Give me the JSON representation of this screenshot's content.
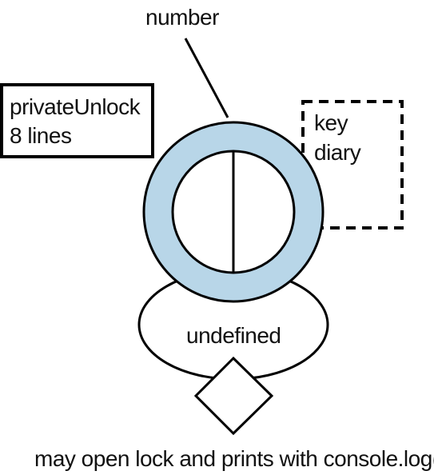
{
  "colors": {
    "ring_fill": "#b8d6e8",
    "stroke": "#000000",
    "background": "#ffffff"
  },
  "labels": {
    "top": "number",
    "box_line1": "privateUnlock",
    "box_line2": "8 lines",
    "dashed_line1": "key",
    "dashed_line2": "diary",
    "oval": "undefined",
    "caption": "may open lock and prints with console.log()"
  }
}
